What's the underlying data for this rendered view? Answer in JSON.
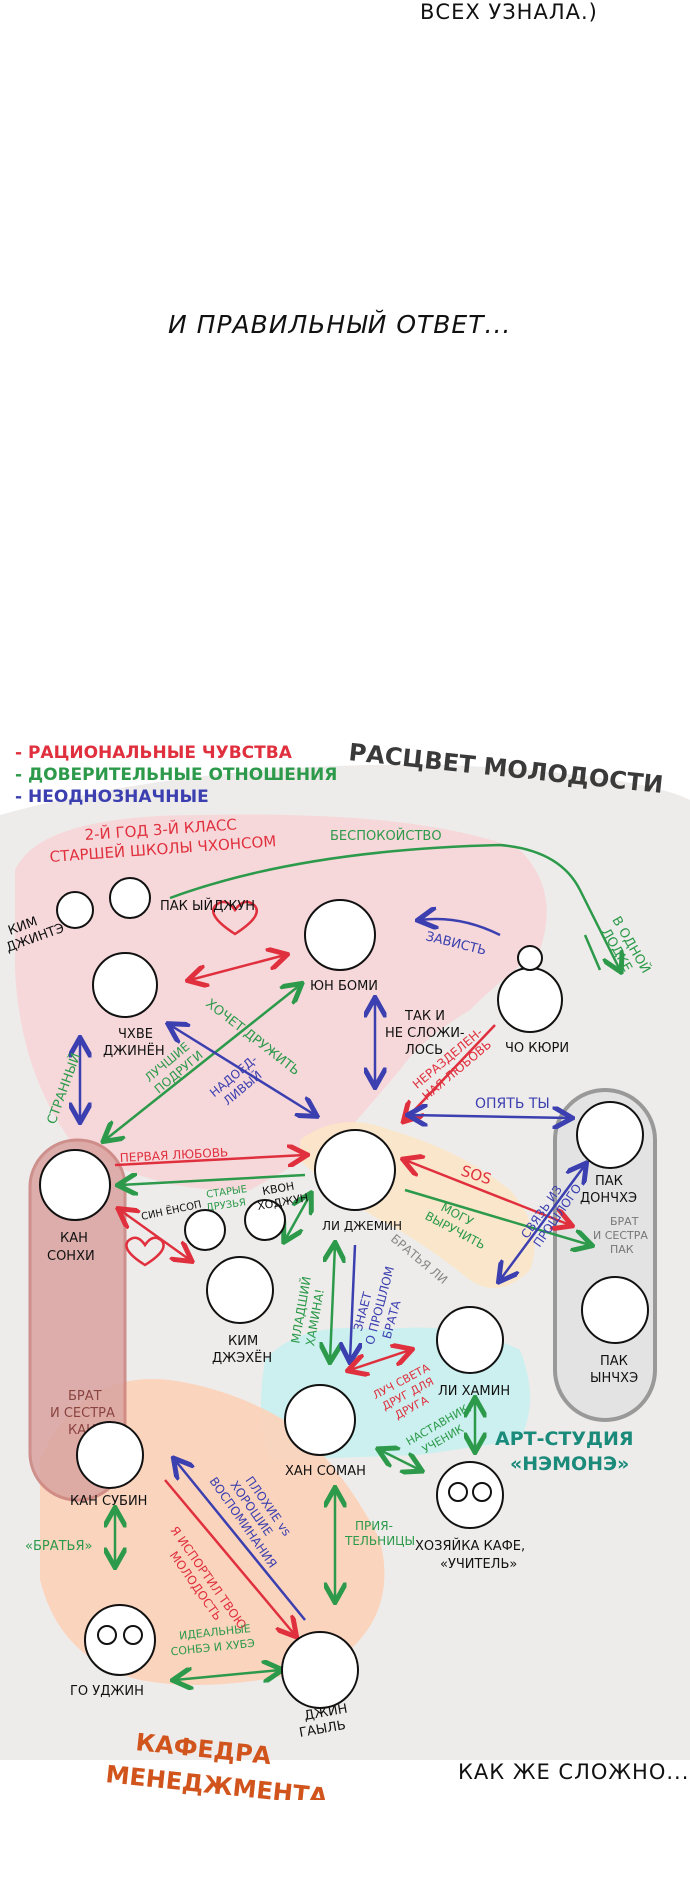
{
  "top_caption": "ВСЕХ УЗНАЛА.)",
  "middle_caption": "И ПРАВИЛЬНЫЙ ОТВЕТ...",
  "bottom_caption": "КАК ЖЕ СЛОЖНО...",
  "legend": {
    "items": [
      {
        "label": "- РАЦИОНАЛЬНЫЕ ЧУВСТВА",
        "color": "#e0303e"
      },
      {
        "label": "- ДОВЕРИТЕЛЬНЫЕ ОТНОШЕНИЯ",
        "color": "#2c9a4a"
      },
      {
        "label": "- НЕОДНОЗНАЧНЫЕ",
        "color": "#3b3fb0"
      }
    ]
  },
  "diagram": {
    "title": "РАСЦВЕТ МОЛОДОСТИ",
    "groups": {
      "school_line1": "2-Й ГОД 3-Й КЛАСС",
      "school_line2": "СТАРШЕЙ ШКОЛЫ ЧХОНСОМ",
      "studio_line1": "АРТ-СТУДИЯ",
      "studio_line2": "«НЭМОНЭ»",
      "dept_line1": "КАФЕДРА",
      "dept_line2": "МЕНЕДЖМЕНТА",
      "kan_siblings": [
        "БРАТ",
        "И СЕСТРА",
        "КАН"
      ],
      "pak_siblings": [
        "БРАТ",
        "И СЕСТРА",
        "ПАК"
      ]
    },
    "people": {
      "kim_jintae": [
        "КИМ",
        "ДЖИНТЭ"
      ],
      "pak_yijun": "ПАК ЫЙДЖУН",
      "yun_bomi": "ЮН БОМИ",
      "cho_kyuri": "ЧО КЮРИ",
      "chve_jinyon": [
        "ЧХВЕ",
        "ДЖИНЁН"
      ],
      "kan_sonhi": [
        "КАН",
        "СОНХИ"
      ],
      "li_jemin": "ЛИ ДЖЕМИН",
      "pak_donchae": [
        "ПАК",
        "ДОНЧХЭ"
      ],
      "pak_ynchae": [
        "ПАК",
        "ЫНЧХЭ"
      ],
      "kim_jaeyon": [
        "КИМ",
        "ДЖЭХЁН"
      ],
      "li_hamin": "ЛИ ХАМИН",
      "han_soman": "ХАН СОМАН",
      "kan_subin": "КАН СУБИН",
      "cafe_owner": [
        "ХОЗЯЙКА КАФЕ,",
        "«УЧИТЕЛЬ»"
      ],
      "go_ujin": "ГО УДЖИН",
      "jin_gayl": [
        "ДЖИН",
        "ГАЫЛЬ"
      ],
      "sin_yonsop": "СИН ЁНСОП",
      "kvon_hojun": [
        "КВОН",
        "ХОДЖУН"
      ]
    },
    "relations": {
      "worry": "БЕСПОКОЙСТВО",
      "envy": "ЗАВИСТЬ",
      "one_boat": [
        "В ОДНОЙ",
        "ЛОДКЕ"
      ],
      "not_simple": [
        "ТАК И",
        "НЕ СЛОЖИ-",
        "ЛОСЬ"
      ],
      "unrequited": [
        "НЕРАЗДЕЛЕН-",
        "НАЯ ЛЮБОВЬ"
      ],
      "again_you": "ОПЯТЬ ТЫ",
      "sos": "SOS",
      "strange": "СТРАННЫЙ",
      "wants_friends": [
        "ХОЧЕТ ДРУЖИТЬ"
      ],
      "best_friends": [
        "ЛУЧШИЕ",
        "ПОДРУГИ"
      ],
      "annoying": [
        "НАДОЕД-",
        "ЛИВЫЙ"
      ],
      "first_love": "ПЕРВАЯ ЛЮБОВЬ",
      "old_friends": [
        "СТАРЫЕ",
        "ДРУЗЬЯ"
      ],
      "can_help": [
        "МОГУ",
        "ВЫРУЧИТЬ"
      ],
      "past_link": [
        "СВЯЗЬ ИЗ",
        "ПРОШЛОГО"
      ],
      "li_siblings": "БРАТЬЯ ЛИ",
      "knows_past": [
        "ЗНАЕТ",
        "О ПРОШЛОМ",
        "БРАТА"
      ],
      "younger_hamin": [
        "МЛАДШИЙ",
        "ХАМИНА!"
      ],
      "ray_of_light": [
        "ЛУЧ СВЕТА",
        "ДРУГ ДЛЯ",
        "ДРУГА"
      ],
      "mentor": [
        "НАСТАВНИК,",
        "УЧЕНИК"
      ],
      "bad_good": [
        "ПЛОХИЕ vs",
        "ХОРОШИЕ",
        "ВОСПОМИНАНИЯ"
      ],
      "ruined_youth": [
        "Я ИСПОРТИЛ ТВОЮ",
        "МОЛОДОСТЬ"
      ],
      "brothers": "«БРАТЬЯ»",
      "acquaintances": [
        "ПРИЯ-",
        "ТЕЛЬНИЦЫ"
      ],
      "ideal_sonbae": [
        "ИДЕАЛЬНЫЕ",
        "СОНБЭ И ХУБЭ"
      ]
    }
  },
  "colors": {
    "red": "#e0303e",
    "green": "#2c9a4a",
    "blue": "#3b3fb0",
    "studio": "#1a8a7a",
    "dept": "#d0541c"
  }
}
